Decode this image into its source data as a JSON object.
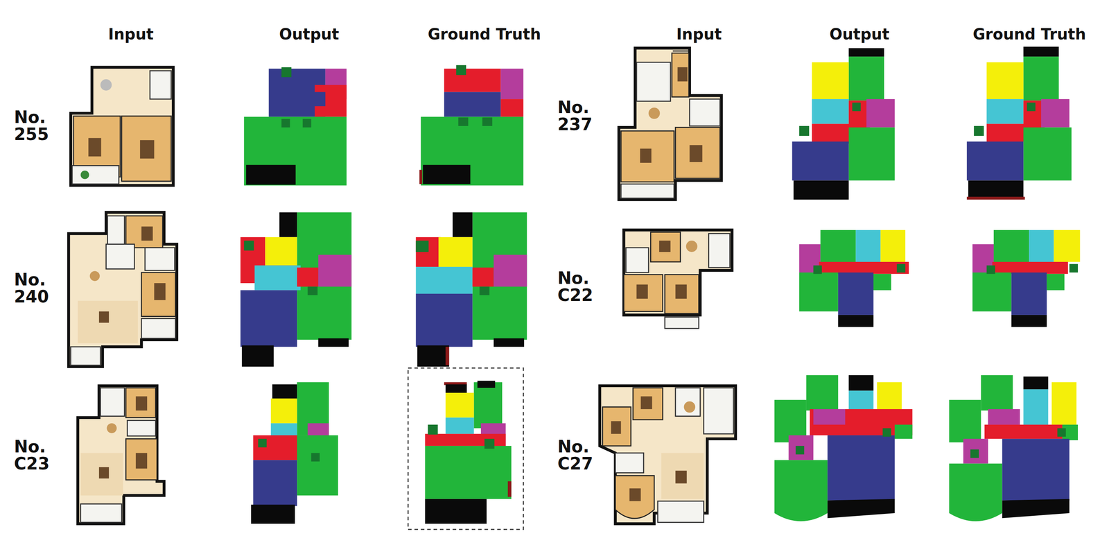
{
  "diagram": {
    "labels": [
      "Input",
      "Output",
      "Ground Truth",
      "Input",
      "Output",
      "Ground Truth",
      "No. 255",
      "No. 237",
      "No. 240",
      "No. C22",
      "No. C23",
      "No. C27"
    ]
  }
}
